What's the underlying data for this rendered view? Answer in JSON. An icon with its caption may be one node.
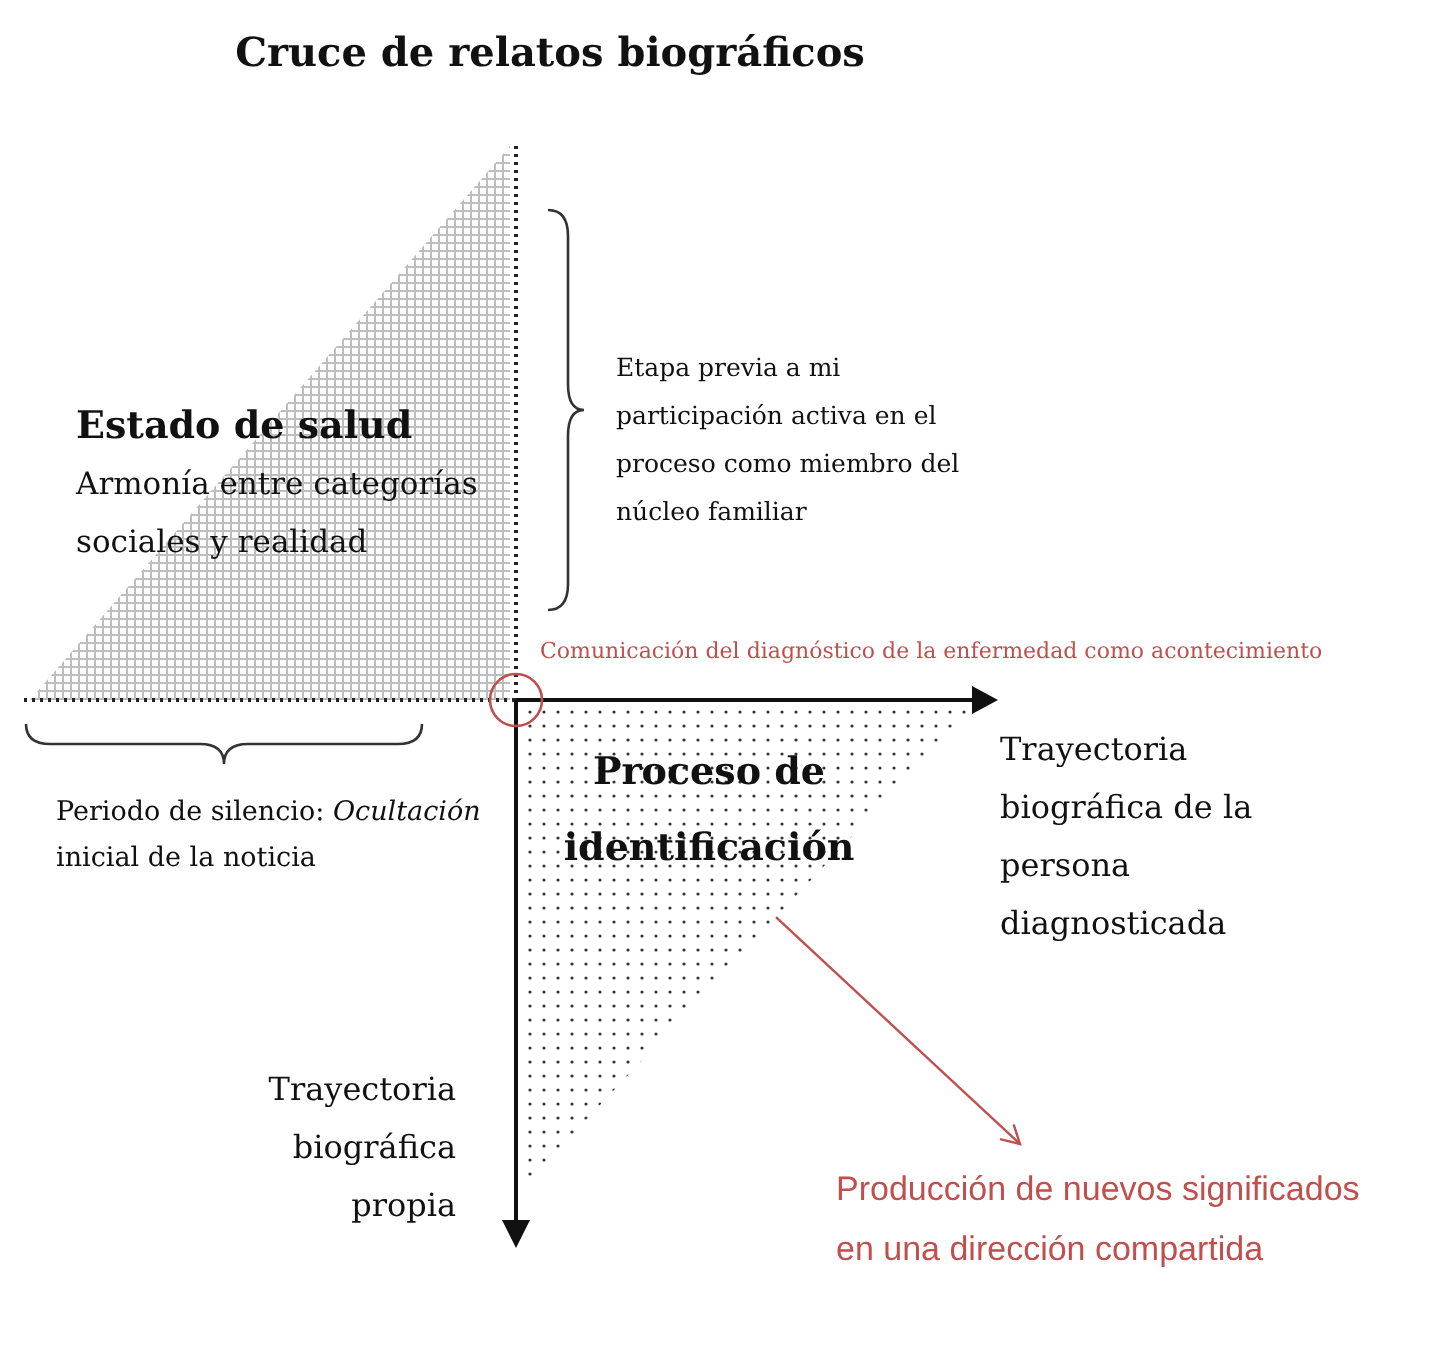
{
  "diagram": {
    "title": "Cruce de relatos biográficos",
    "nodes": [
      {
        "text": [
          "Estado de salud",
          "Armonía entre categorías sociales y realidad"
        ]
      },
      {
        "text": [
          "Proceso de identificación"
        ]
      },
      {
        "text": [
          "Producción de nuevos significados en una dirección compartida"
        ]
      }
    ],
    "edges": [
      {
        "from": 1,
        "to": 2,
        "arrow": "to",
        "color": "#c0504d"
      }
    ],
    "labels": [
      "Etapa previa a mi participación activa en el proceso como miembro del núcleo familiar",
      "Comunicación del diagnóstico de la enfermedad como acontecimiento",
      "Trayectoria biográfica de la persona diagnosticada",
      "Periodo de silencio: *Ocultación* inicial de la noticia",
      "Trayectoria biográfica propia"
    ]
  }
}
